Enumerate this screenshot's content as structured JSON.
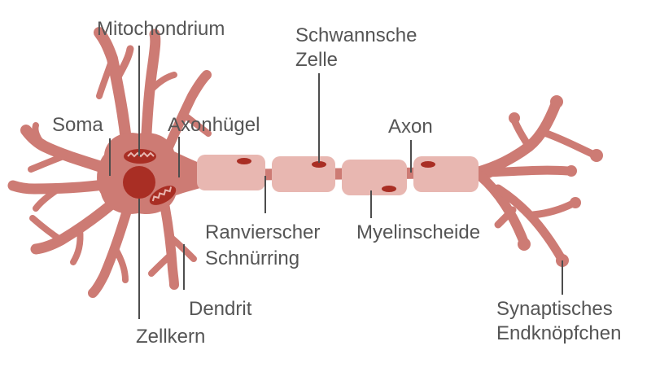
{
  "labels": {
    "mitochondrium": "Mitochondrium",
    "schwann_line1": "Schwannsche",
    "schwann_line2": "Zelle",
    "soma": "Soma",
    "axonhuegel": "Axonhügel",
    "axon": "Axon",
    "ranvier_line1": "Ranvierscher",
    "ranvier_line2": "Schnürring",
    "myelinscheide": "Myelinscheide",
    "dendrit": "Dendrit",
    "zellkern": "Zellkern",
    "synapse_line1": "Synaptisches",
    "synapse_line2": "Endknöpfchen"
  },
  "colors": {
    "cell": "#cd7b74",
    "myelin": "#e8b7b1",
    "nucleus": "#a92e24",
    "label_text": "#555555",
    "leader_line": "#4d4d4d"
  }
}
